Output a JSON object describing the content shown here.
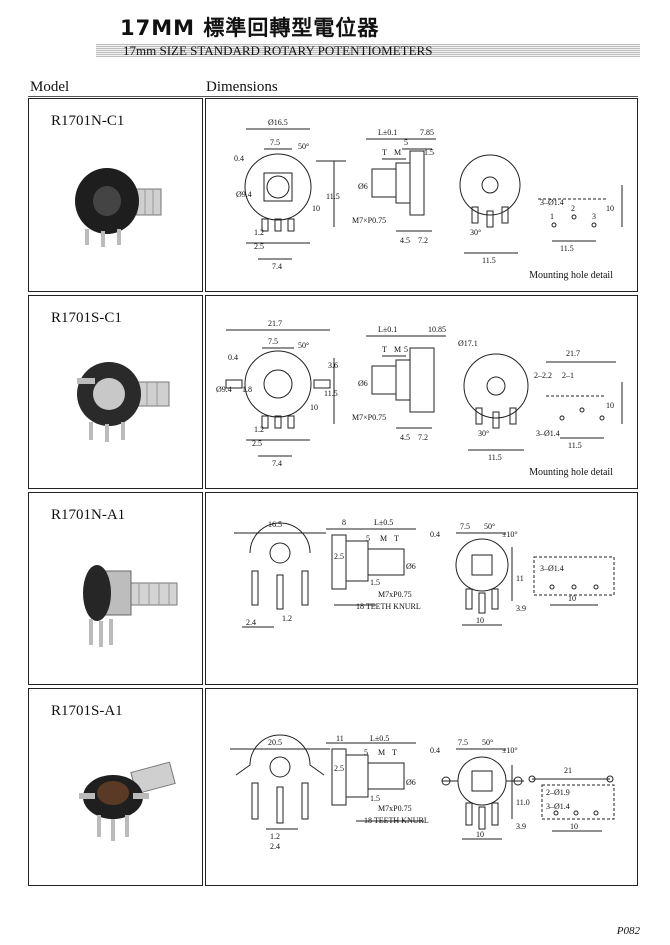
{
  "header": {
    "title": "17MM 標準回轉型電位器",
    "subtitle": "17mm SIZE STANDARD  ROTARY  POTENTIOMETERS"
  },
  "columns": {
    "model": "Model",
    "dimensions": "Dimensions"
  },
  "rows": [
    {
      "model": "R1701N-C1",
      "mounting_note": "Mounting hole detail",
      "dims": {
        "d1": "Ø16.5",
        "d2": "7.5",
        "d3": "50°",
        "d4": "0.4",
        "d5": "Ø9.4",
        "d6": "1.2",
        "d7": "2.5",
        "d8": "7.4",
        "d9": "10",
        "d10": "11.5",
        "d11": "L±0.1",
        "d12": "7.85",
        "d13": "5",
        "d14": "T",
        "d15": "M",
        "d16": "1.5",
        "d17": "Ø6",
        "d18": "M7×P0.75",
        "d19": "4.5",
        "d20": "7.2",
        "d21": "30°",
        "d22": "11.5",
        "d23": "3–Ø1.4",
        "d24": "10",
        "d25": "11.5",
        "d26": "1",
        "d27": "2",
        "d28": "3"
      }
    },
    {
      "model": "R1701S-C1",
      "mounting_note": "Mounting hole detail",
      "dims": {
        "d1": "21.7",
        "d2": "7.5",
        "d3": "50°",
        "d4": "0.4",
        "d5": "Ø9.4",
        "d6": "1.2",
        "d7": "2.5",
        "d8": "7.4",
        "d9": "10",
        "d10": "11.5",
        "d11": "L±0.1",
        "d12": "10.85",
        "d13": "5",
        "d14": "T",
        "d15": "M",
        "d16": "3.6",
        "d17": "Ø6",
        "d18": "M7×P0.75",
        "d19": "4.5",
        "d20": "7.2",
        "d21": "Ø17.1",
        "d22": "11.5",
        "d23": "3–Ø1.4",
        "d24": "10",
        "d25": "11.5",
        "d26": "21.7",
        "d27": "2–1",
        "d28": "2–2.2",
        "d29": "30°",
        "d30": "1.8"
      }
    },
    {
      "model": "R1701N-A1",
      "mounting_note": "",
      "dims": {
        "d1": "16.5",
        "d2": "8",
        "d3": "L±0.5",
        "d4": "5",
        "d5": "M",
        "d6": "T",
        "d7": "2.5",
        "d8": "Ø6",
        "d9": "1.5",
        "d10": "M7xP0.75",
        "d11": "18 TEETH KNURL",
        "d12": "2.4",
        "d13": "1.2",
        "d14": "0.4",
        "d15": "7.5",
        "d16": "50°",
        "d17": "11",
        "d18": "3.9",
        "d19": "10",
        "d20": "3–Ø1.4",
        "d21": "10",
        "d22": "±10°"
      }
    },
    {
      "model": "R1701S-A1",
      "mounting_note": "",
      "dims": {
        "d1": "20.5",
        "d2": "11",
        "d3": "L±0.5",
        "d4": "5",
        "d5": "M",
        "d6": "T",
        "d7": "2.5",
        "d8": "Ø6",
        "d9": "1.5",
        "d10": "M7xP0.75",
        "d11": "18 TEETH KNURL",
        "d12": "1.2",
        "d13": "2.4",
        "d14": "0.4",
        "d15": "7.5",
        "d16": "50°",
        "d17": "11.0",
        "d18": "3.9",
        "d19": "10",
        "d20": "21",
        "d21": "2–Ø1.9",
        "d22": "3–Ø1.4",
        "d23": "10",
        "d24": "±10°"
      }
    }
  ],
  "page_number": "P082"
}
